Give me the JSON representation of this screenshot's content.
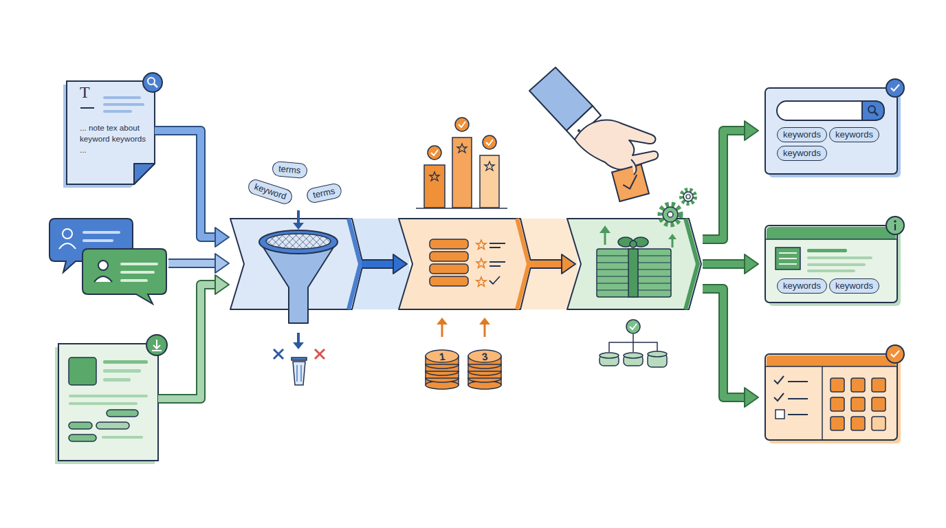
{
  "diagram": {
    "nodes": [
      {
        "text": [
          "T",
          "... note tex about keyword keywords ..."
        ]
      },
      {
        "text": []
      },
      {
        "text": []
      },
      {
        "text": [
          "terms"
        ]
      },
      {
        "text": [
          "keyword"
        ]
      },
      {
        "text": [
          "terms"
        ]
      },
      {
        "text": []
      },
      {
        "text": []
      },
      {
        "text": []
      },
      {
        "text": []
      },
      {
        "text": [
          "keywords"
        ],
        "in": 9
      },
      {
        "text": [
          "keywords"
        ],
        "in": 9
      },
      {
        "text": [
          "keywords"
        ],
        "in": 9
      },
      {
        "text": []
      },
      {
        "text": [
          "keywords"
        ],
        "in": 13
      },
      {
        "text": [
          "keywords"
        ],
        "in": 13
      },
      {
        "text": []
      }
    ],
    "edges": [
      {
        "from": 0,
        "to": 6,
        "arrow": "to"
      },
      {
        "from": 1,
        "to": 6,
        "arrow": "to"
      },
      {
        "from": 2,
        "to": 6,
        "arrow": "to"
      },
      {
        "from": 6,
        "to": 7,
        "arrow": "to"
      },
      {
        "from": 7,
        "to": 8,
        "arrow": "to"
      },
      {
        "from": 8,
        "to": 9,
        "arrow": "to"
      },
      {
        "from": 8,
        "to": 13,
        "arrow": "to"
      },
      {
        "from": 8,
        "to": 16,
        "arrow": "to"
      }
    ],
    "labels": [
      "1",
      "3"
    ]
  }
}
